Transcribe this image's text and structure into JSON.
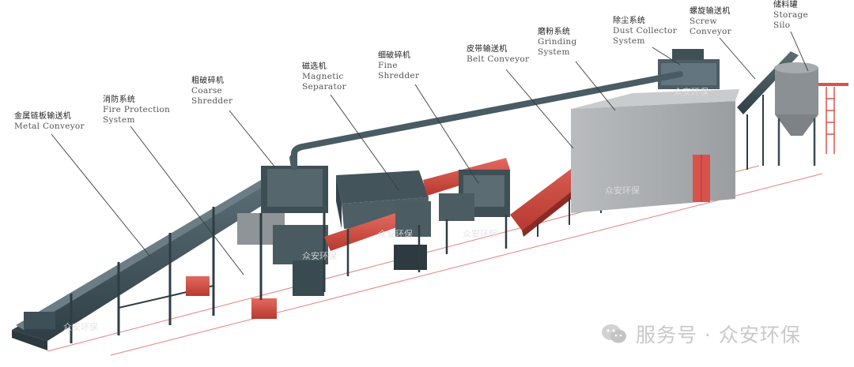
{
  "labels": {
    "metal_conveyor": {
      "zh": "金属链板输送机",
      "en": "Metal Conveyor"
    },
    "fire_protection": {
      "zh": "消防系统",
      "en1": "Fire Protection",
      "en2": "System"
    },
    "coarse_shredder": {
      "zh": "粗破碎机",
      "en1": "Coarse",
      "en2": "Shredder"
    },
    "magnetic_separator": {
      "zh": "磁选机",
      "en1": "Magnetic",
      "en2": "Separator"
    },
    "fine_shredder": {
      "zh": "细破碎机",
      "en1": "Fine",
      "en2": "Shredder"
    },
    "belt_conveyor": {
      "zh": "皮带输送机",
      "en": "Belt Conveyor"
    },
    "grinding_system": {
      "zh": "磨粉系统",
      "en1": "Grinding",
      "en2": "System"
    },
    "dust_collector": {
      "zh": "除尘系统",
      "en1": "Dust Collector",
      "en2": "System"
    },
    "screw_conveyor": {
      "zh": "螺旋输送机",
      "en1": "Screw",
      "en2": "Conveyor"
    },
    "storage_silo": {
      "zh": "储料罐",
      "en1": "Storage",
      "en2": "Silo"
    }
  },
  "watermark": {
    "text": "服务号 · 众安环保",
    "logo_text": "众安环保"
  },
  "colors": {
    "steel": "#3d4f57",
    "red": "#d9524a",
    "housing": "#a3a6a8",
    "line": "#333333"
  }
}
